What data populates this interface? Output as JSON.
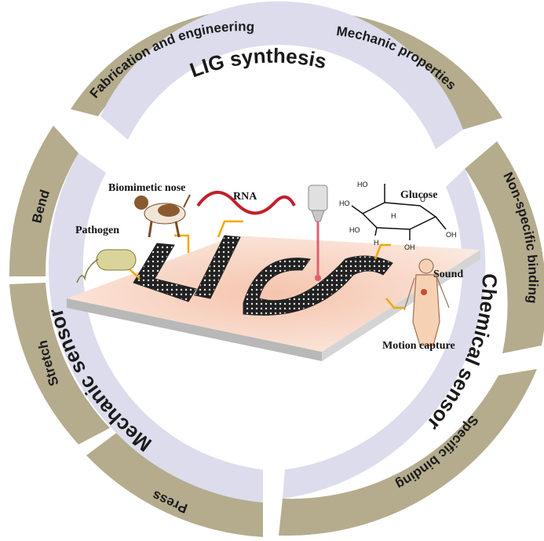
{
  "outer_ring": {
    "fabrication": "Fabrication and engineering",
    "mechanic_properties": "Mechanic properties",
    "non_specific": "Non-specific binding",
    "specific": "Specific binding",
    "press": "Press",
    "stretch": "Stretch",
    "bend": "Bend"
  },
  "inner_ring": {
    "lig_synthesis": "LIG synthesis",
    "chemical_sensor": "Chemical sensor",
    "mechanic_sensor": "Mechanic sensor"
  },
  "center": {
    "pathogen": "Pathogen",
    "biomimetic_nose": "Biomimetic nose",
    "rna": "RNA",
    "glucose": "Glucose",
    "sound": "Sound",
    "motion_capture": "Motion capture",
    "substrate_letters": "LIG"
  },
  "glucose_atoms": {
    "ho": "HO",
    "oh": "OH",
    "h": "H",
    "o": "O"
  },
  "colors": {
    "outer_ring": "#b4ac8d",
    "inner_ring": "#dcdcec",
    "substrate_top": "#f7d9c9",
    "substrate_side": "#b8b8b8",
    "lig_pattern": "#222222",
    "connector": "#f2a800",
    "laser": "#e06070"
  }
}
